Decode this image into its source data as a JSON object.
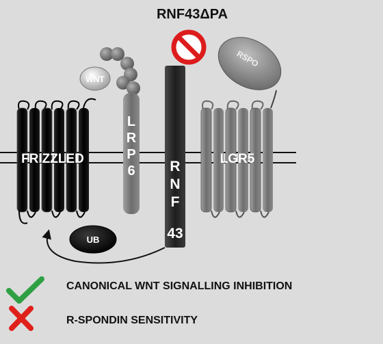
{
  "title": "RNF43ΔPA",
  "receptors": {
    "frizzled": "FRIZZLED",
    "lgr5": "LGR5",
    "lrp6_letters": [
      "L",
      "R",
      "P",
      "6"
    ],
    "rnf43_letters": [
      "R",
      "N",
      "F",
      "43"
    ]
  },
  "ligands": {
    "wnt": "WNT",
    "rspo": "RSPO",
    "ub": "UB"
  },
  "legend": [
    {
      "icon": "check-icon",
      "color": "#2ea043",
      "text": "CANONICAL WNT SIGNALLING INHIBITION"
    },
    {
      "icon": "cross-icon",
      "color": "#e0201b",
      "text": "R-SPONDIN SENSITIVITY"
    }
  ],
  "colors": {
    "background": "#dcdcdc",
    "frizzled": "#0d0d0d",
    "lrp6": "#6a6a6a",
    "rnf43": "#2e2e2e",
    "lgr5": "#808080",
    "prohibited": "#dd1c1c"
  }
}
